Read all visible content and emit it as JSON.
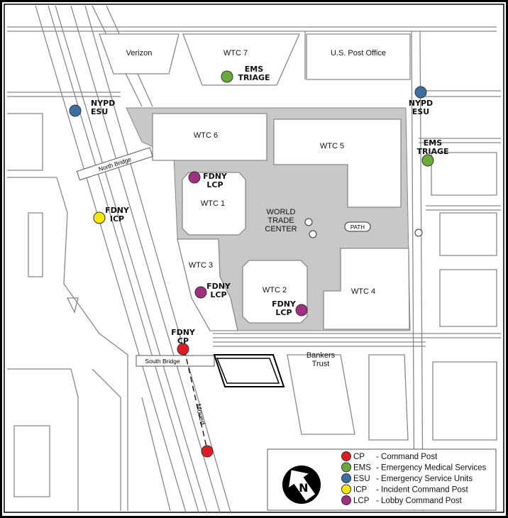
{
  "buildings": {
    "verizon": "Verizon",
    "wtc7": "WTC 7",
    "post_office": "U.S. Post Office",
    "wtc6": "WTC 6",
    "wtc5": "WTC 5",
    "wtc1": "WTC 1",
    "wtc3": "WTC 3",
    "wtc2": "WTC 2",
    "wtc4": "WTC 4",
    "wtc_line1": "WORLD",
    "wtc_line2": "TRADE",
    "wtc_line3": "CENTER",
    "path": "PATH",
    "bankers_line1": "Bankers",
    "bankers_line2": "Trust"
  },
  "bridges": {
    "north": "North Bridge",
    "south": "South Bridge"
  },
  "moved_label": "Moved",
  "markers": [
    {
      "type": "EMS",
      "line1": "EMS",
      "line2": "TRIAGE"
    },
    {
      "type": "ESU",
      "line1": "NYPD",
      "line2": "ESU"
    },
    {
      "type": "ESU",
      "line1": "NYPD",
      "line2": "ESU"
    },
    {
      "type": "EMS",
      "line1": "EMS",
      "line2": "TRIAGE"
    },
    {
      "type": "LCP",
      "line1": "FDNY",
      "line2": "LCP"
    },
    {
      "type": "ICP",
      "line1": "FDNY",
      "line2": "ICP"
    },
    {
      "type": "LCP",
      "line1": "FDNY",
      "line2": "LCP"
    },
    {
      "type": "LCP",
      "line1": "FDNY",
      "line2": "LCP"
    },
    {
      "type": "CP",
      "line1": "FDNY",
      "line2": "CP"
    }
  ],
  "legend": {
    "compass": "N",
    "items": [
      {
        "code": "CP",
        "label": "- Command Post",
        "color": "#e01b24"
      },
      {
        "code": "EMS",
        "label": "- Emergency Medical Services",
        "color": "#6aaa3a"
      },
      {
        "code": "ESU",
        "label": "- Emergency Service Units",
        "color": "#3a6ea5"
      },
      {
        "code": "ICP",
        "label": "- Incident Command Post",
        "color": "#f5e60a"
      },
      {
        "code": "LCP",
        "label": "- Lobby Command Post",
        "color": "#a0307f"
      }
    ]
  },
  "colors": {
    "plaza": "#c8c8c8",
    "street_line": "#888888"
  }
}
